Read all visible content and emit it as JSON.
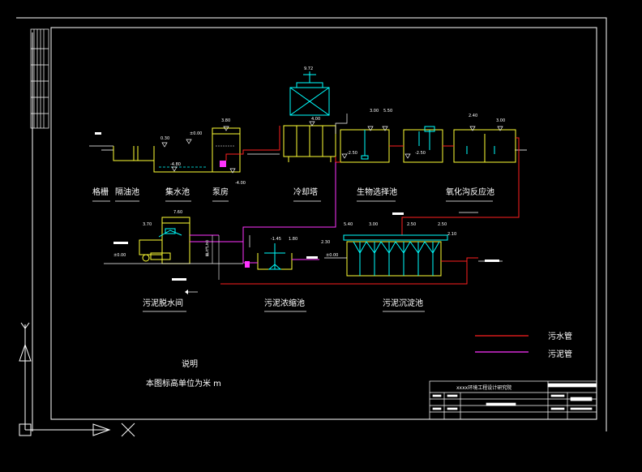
{
  "units": {
    "grille": "格栅",
    "oil_separator": "隔油池",
    "collection_tank": "集水池",
    "pump_room": "泵房",
    "cooling_tower": "冷却塔",
    "bio_selector": "生物选择池",
    "oxidation_ditch": "氧化沟反应池",
    "sludge_dewatering": "污泥脱水间",
    "sludge_thickener": "污泥浓缩池",
    "sludge_settling": "污泥沉淀池"
  },
  "elevations": {
    "tower_top": "9.72",
    "tower_base": "4.00",
    "pump_top": "3.80",
    "pump_floor": "-4.00",
    "tank_bottom": "-4.80",
    "collection_ground": "±0.00",
    "oil_level": "0.30",
    "bio_a": "3.00",
    "bio_b": "5.50",
    "bio_bottom": "-2.50",
    "mid_bottom": "-2.50",
    "ox_a": "2.40",
    "ox_b": "3.00",
    "dew_top": "7.60",
    "dew_mid": "3.70",
    "dew_ground": "±0.00",
    "thick_a": "-1.45",
    "thick_b": "1.80",
    "thick_c": "2.30",
    "settle_a": "5.40",
    "settle_b": "3.00",
    "settle_c": "2.50",
    "settle_d": "2.50",
    "settle_e": "2.10",
    "settle_ground": "±0.00"
  },
  "vertical_label": "空气贮气罐",
  "legend": {
    "sewage_pipe": "污水管",
    "sludge_pipe": "污泥管",
    "sewage_color": "#ff2020",
    "sludge_color": "#ff33ff"
  },
  "notes": {
    "title": "说明",
    "text": "本图标高单位为米 m"
  },
  "title_block": {
    "institute": "xxxx环境工程设计研究院"
  }
}
